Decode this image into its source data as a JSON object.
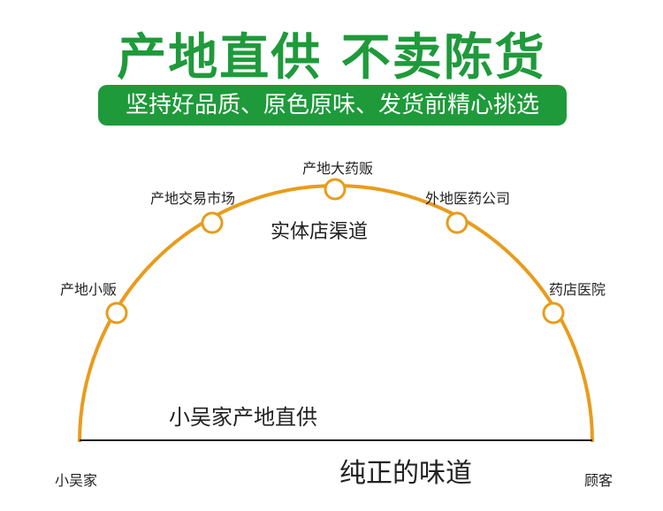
{
  "headline": "产地直供 不卖陈货",
  "banner": "坚持好品质、原色原味、发货前精心挑选",
  "channels": {
    "points": [
      "产地小贩",
      "产地交易市场",
      "产地大药贩",
      "外地医药公司",
      "药店医院"
    ],
    "inner_label": "实体店渠道"
  },
  "direct_label": "小吴家产地直供",
  "start_label": "小吴家",
  "end_label": "顾客",
  "bottom_slogan": "纯正的味道",
  "colors": {
    "green": "#1e9a3a",
    "orange": "#e89c1c",
    "line": "#222222"
  }
}
